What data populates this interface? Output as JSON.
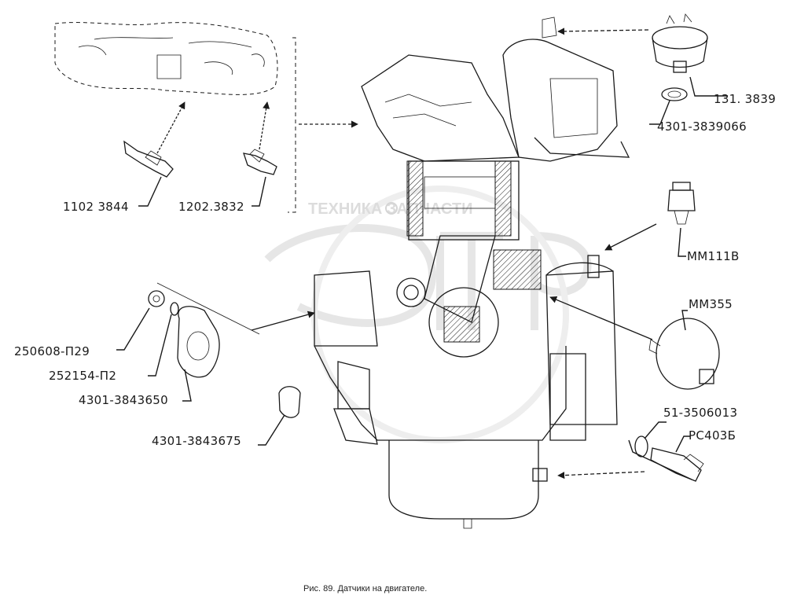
{
  "figure": {
    "caption": "Рис. 89. Датчики на двигателе.",
    "watermark": "ТЕХНИКА ЗАПЧАСТИ"
  },
  "labels": {
    "sensor_1102": "1102 3844",
    "sensor_1202": "1202.3832",
    "sensor_131": "131. 3839",
    "gasket_4301_3839066": "4301-3839066",
    "sensor_mm111b": "ММ111В",
    "sensor_mm355": "ММ355",
    "nut_250608": "250608-П29",
    "washer_252154": "252154-П2",
    "flange_4301_3843650": "4301-3843650",
    "plug_4301_3843675": "4301-3843675",
    "washer_51_3506013": "51-3506013",
    "sensor_rc403b": "РС403Б"
  }
}
